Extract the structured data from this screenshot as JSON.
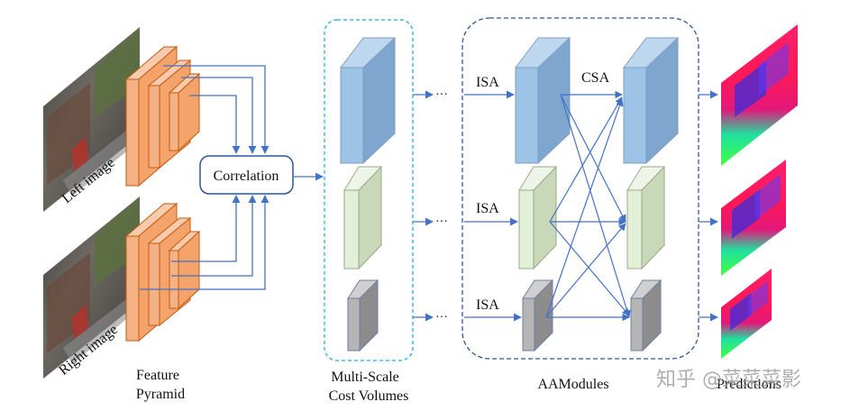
{
  "labels": {
    "left_image": "Left image",
    "right_image": "Right image",
    "feature_line1": "Feature",
    "feature_line2": "Pyramid",
    "correlation": "Correlation",
    "msc_line1": "Multi-Scale",
    "msc_line2": "Cost Volumes",
    "isa": "ISA",
    "csa": "CSA",
    "aamodules": "AAModules",
    "predictions": "Predictions",
    "ellipsis": "···",
    "watermark": "知乎 @菜菜菜影"
  },
  "colors": {
    "arrow": "#4472c4",
    "frame": "#5b9bd5",
    "feature_orange": "#f4b183",
    "feature_orange_edge": "#c55a11",
    "vol_blue": "#9dc3e6",
    "vol_green": "#e2efd9",
    "vol_gray": "#a5a5a5"
  }
}
